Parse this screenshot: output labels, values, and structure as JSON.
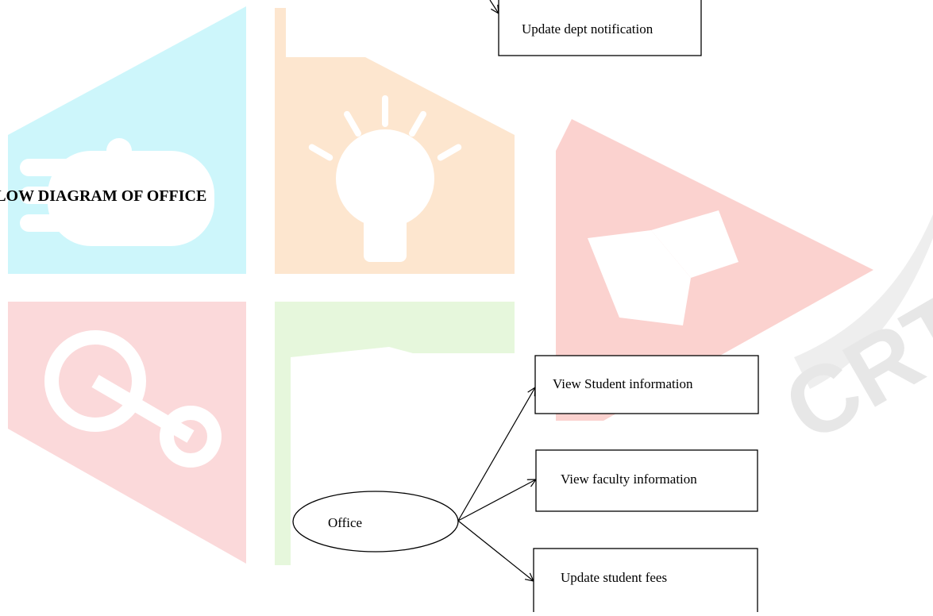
{
  "title": "FLOW DIAGRAM OF OFFICE",
  "watermark": {
    "text": "IJCRT",
    "colors": {
      "cyan": "#cdf6fb",
      "orange": "#fde6cf",
      "red": "#fbd2cf",
      "pink": "#fbd9da",
      "green": "#e6f7dc",
      "gray": "#e7e7e7"
    }
  },
  "diagram": {
    "top_box": "Update dept notification",
    "source_node": "Office",
    "targets": [
      "View Student information",
      "View faculty information",
      "Update student fees"
    ]
  }
}
